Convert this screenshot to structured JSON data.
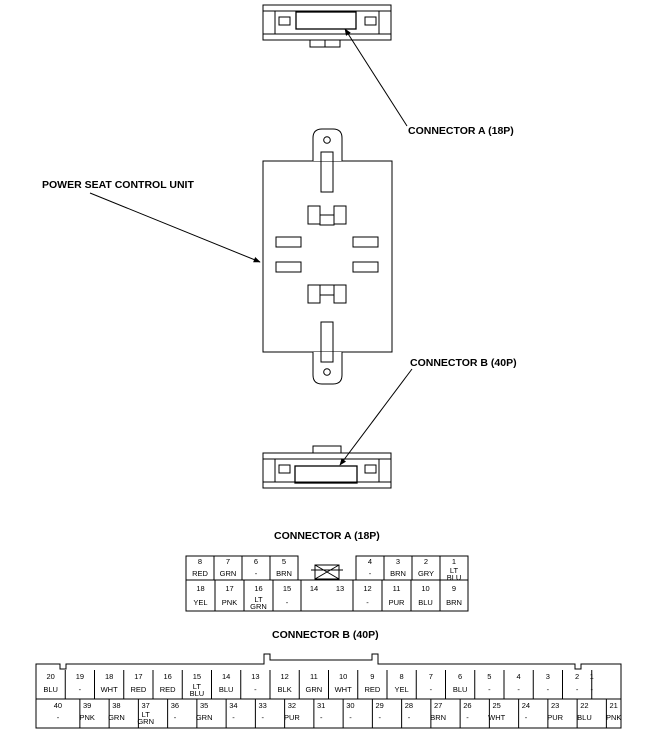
{
  "labels": {
    "connector_a": "CONNECTOR A (18P)",
    "unit": "POWER SEAT CONTROL UNIT",
    "connector_b": "CONNECTOR B (40P)",
    "connector_a_title": "CONNECTOR A (18P)",
    "connector_b_title": "CONNECTOR B (40P)"
  },
  "connector_a": {
    "top": [
      {
        "n": "8",
        "c": "RED"
      },
      {
        "n": "7",
        "c": "GRN"
      },
      {
        "n": "6",
        "c": "-"
      },
      {
        "n": "5",
        "c": "BRN"
      },
      {
        "n": "4",
        "c": "-"
      },
      {
        "n": "3",
        "c": "BRN"
      },
      {
        "n": "2",
        "c": "GRY"
      },
      {
        "n": "1",
        "c": "LT BLU"
      }
    ],
    "bottom": [
      {
        "n": "18",
        "c": "YEL"
      },
      {
        "n": "17",
        "c": "PNK"
      },
      {
        "n": "16",
        "c": "LT GRN"
      },
      {
        "n": "15",
        "c": "-"
      },
      {
        "n": "14",
        "c": ""
      },
      {
        "n": "13",
        "c": ""
      },
      {
        "n": "12",
        "c": "-"
      },
      {
        "n": "11",
        "c": "PUR"
      },
      {
        "n": "10",
        "c": "BLU"
      },
      {
        "n": "9",
        "c": "BRN"
      }
    ]
  },
  "connector_b": {
    "top": [
      {
        "n": "20",
        "c": "BLU"
      },
      {
        "n": "19",
        "c": "-"
      },
      {
        "n": "18",
        "c": "WHT"
      },
      {
        "n": "17",
        "c": "RED"
      },
      {
        "n": "16",
        "c": "RED"
      },
      {
        "n": "15",
        "c": "LT BLU"
      },
      {
        "n": "14",
        "c": "BLU"
      },
      {
        "n": "13",
        "c": "-"
      },
      {
        "n": "12",
        "c": "BLK"
      },
      {
        "n": "11",
        "c": "GRN"
      },
      {
        "n": "10",
        "c": "WHT"
      },
      {
        "n": "9",
        "c": "RED"
      },
      {
        "n": "8",
        "c": "YEL"
      },
      {
        "n": "7",
        "c": "-"
      },
      {
        "n": "6",
        "c": "BLU"
      },
      {
        "n": "5",
        "c": "-"
      },
      {
        "n": "4",
        "c": "-"
      },
      {
        "n": "3",
        "c": "-"
      },
      {
        "n": "2",
        "c": "-"
      },
      {
        "n": "1",
        "c": "-"
      }
    ],
    "bottom": [
      {
        "n": "40",
        "c": "-"
      },
      {
        "n": "39",
        "c": "PNK"
      },
      {
        "n": "38",
        "c": "GRN"
      },
      {
        "n": "37",
        "c": "LT GRN"
      },
      {
        "n": "36",
        "c": "-"
      },
      {
        "n": "35",
        "c": "GRN"
      },
      {
        "n": "34",
        "c": "-"
      },
      {
        "n": "33",
        "c": "-"
      },
      {
        "n": "32",
        "c": "PUR"
      },
      {
        "n": "31",
        "c": "-"
      },
      {
        "n": "30",
        "c": "-"
      },
      {
        "n": "29",
        "c": "-"
      },
      {
        "n": "28",
        "c": "-"
      },
      {
        "n": "27",
        "c": "BRN"
      },
      {
        "n": "26",
        "c": "-"
      },
      {
        "n": "25",
        "c": "WHT"
      },
      {
        "n": "24",
        "c": "-"
      },
      {
        "n": "23",
        "c": "PUR"
      },
      {
        "n": "22",
        "c": "BLU"
      },
      {
        "n": "21",
        "c": "PNK"
      }
    ]
  }
}
